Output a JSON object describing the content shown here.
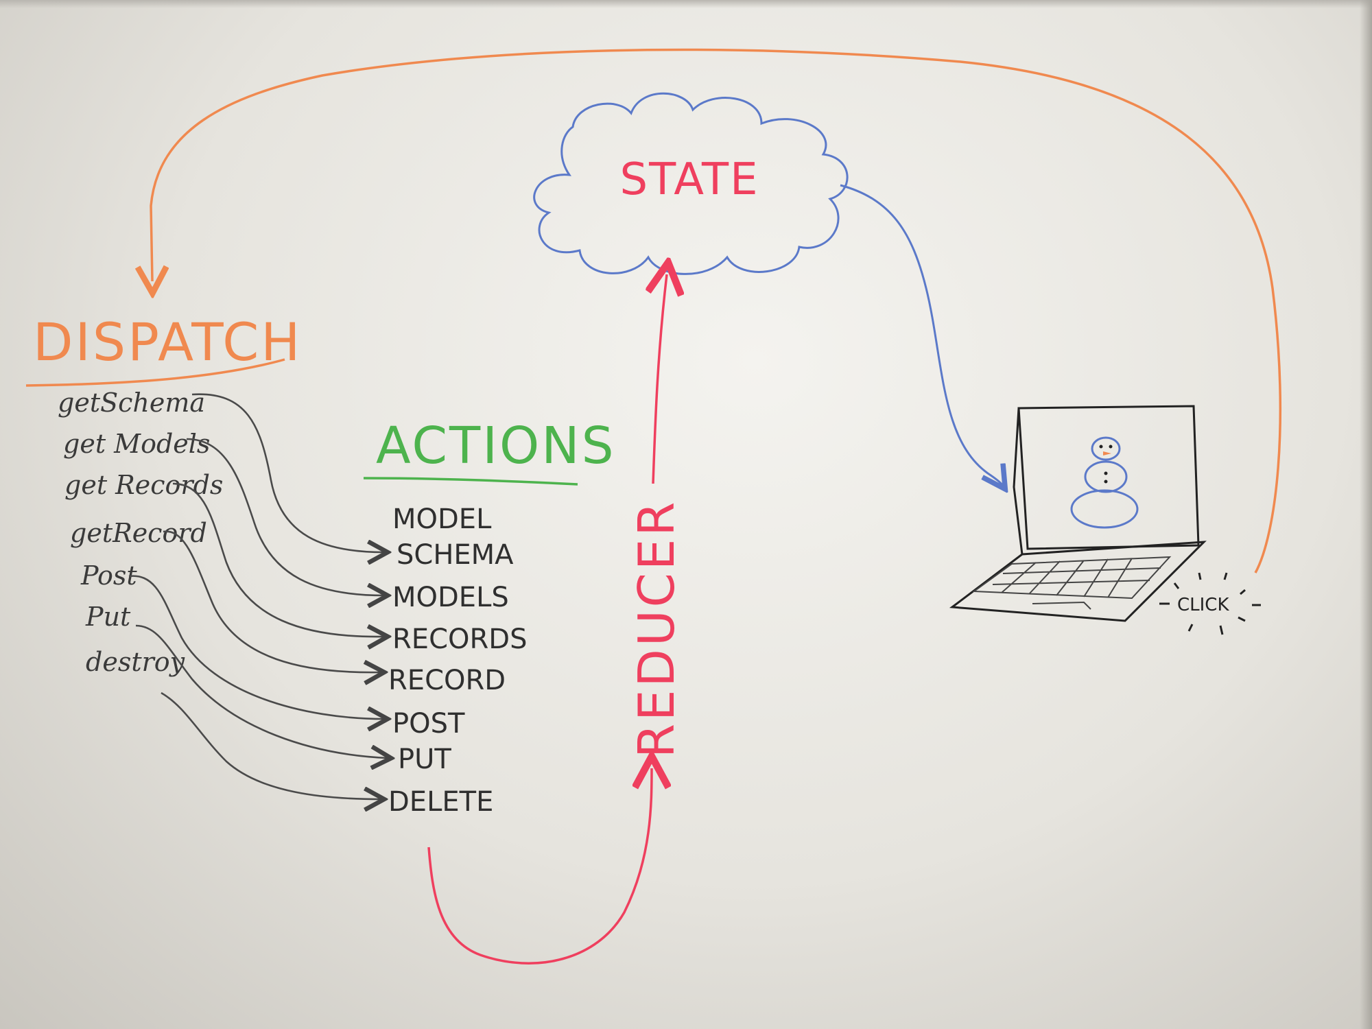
{
  "labels": {
    "state": "STATE",
    "dispatch": "DISPATCH",
    "actions": "ACTIONS",
    "reducer": "REDUCER",
    "click": "CLICK"
  },
  "dispatch_methods": [
    "getSchema",
    "get Models",
    "get Records",
    "getRecord",
    "Post",
    "Put",
    "destroy"
  ],
  "action_types": [
    "MODEL",
    "SCHEMA",
    "MODELS",
    "RECORDS",
    "RECORD",
    "POST",
    "PUT",
    "DELETE"
  ],
  "colors": {
    "orange": "#f0894f",
    "red": "#ef3f5e",
    "green": "#4db34d",
    "blue": "#5b79c9",
    "black": "#2a2a2a",
    "gray": "#5a5a5a"
  }
}
